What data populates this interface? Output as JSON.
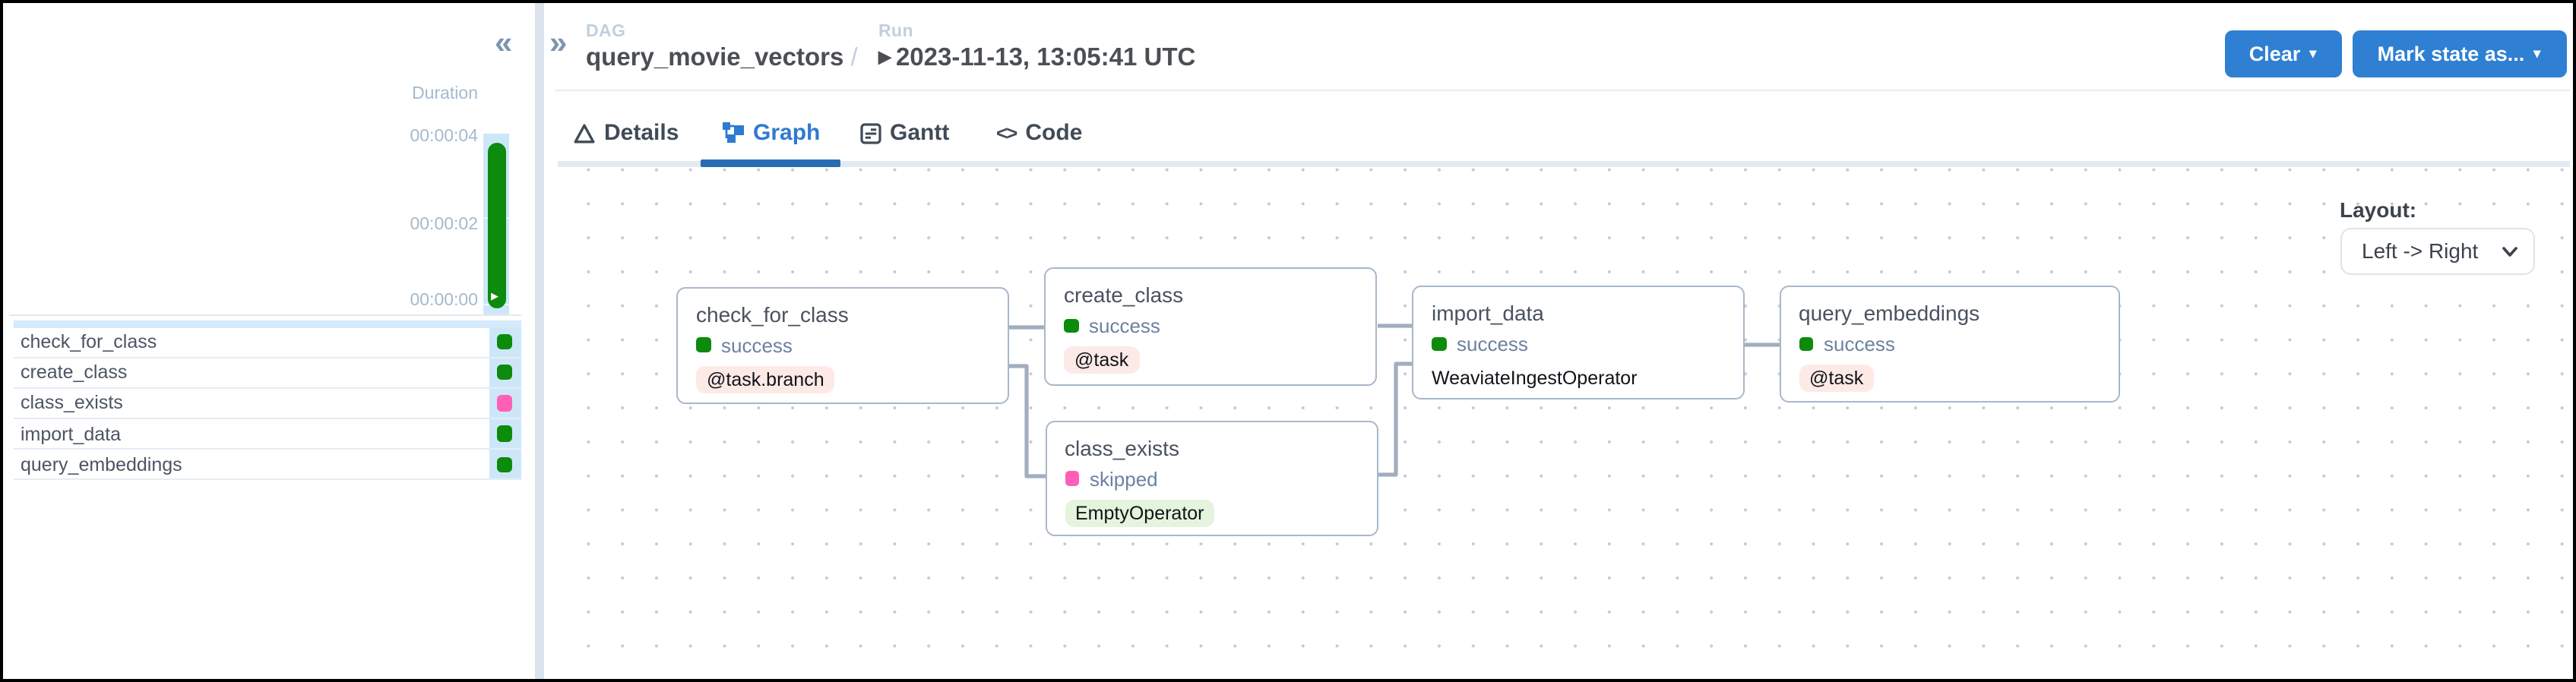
{
  "sidebar": {
    "collapse_icon": "«",
    "duration_label": "Duration",
    "ticks": [
      "00:00:04",
      "00:00:02",
      "00:00:00"
    ],
    "play_icon": "▶",
    "tasks": [
      {
        "name": "check_for_class",
        "status": "success"
      },
      {
        "name": "create_class",
        "status": "success"
      },
      {
        "name": "class_exists",
        "status": "skipped"
      },
      {
        "name": "import_data",
        "status": "success"
      },
      {
        "name": "query_embeddings",
        "status": "success"
      }
    ]
  },
  "header": {
    "expand_icon": "»",
    "dag_label": "DAG",
    "dag_name": "query_movie_vectors",
    "separator": " /",
    "run_label": "Run",
    "run_marker": "▶",
    "run_timestamp": "2023-11-13, 13:05:41 UTC",
    "buttons": {
      "clear": "Clear",
      "mark_state": "Mark state as...",
      "caret": "▾"
    }
  },
  "tabs": [
    {
      "label": "Details"
    },
    {
      "label": "Graph",
      "active": true
    },
    {
      "label": "Gantt"
    },
    {
      "label": "Code",
      "icon_glyph": "<>"
    }
  ],
  "graph": {
    "layout_label": "Layout:",
    "layout_value": "Left -> Right",
    "nodes": [
      {
        "id": "check_for_class",
        "title": "check_for_class",
        "status": "success",
        "operator": "@task.branch",
        "badge": "pink"
      },
      {
        "id": "create_class",
        "title": "create_class",
        "status": "success",
        "operator": "@task",
        "badge": "pink"
      },
      {
        "id": "class_exists",
        "title": "class_exists",
        "status": "skipped",
        "operator": "EmptyOperator",
        "badge": "green"
      },
      {
        "id": "import_data",
        "title": "import_data",
        "status": "success",
        "operator": "WeaviateIngestOperator",
        "badge": "none"
      },
      {
        "id": "query_embeddings",
        "title": "query_embeddings",
        "status": "success",
        "operator": "@task",
        "badge": "pink"
      }
    ],
    "edges": [
      {
        "from": "check_for_class",
        "to": "create_class"
      },
      {
        "from": "check_for_class",
        "to": "class_exists"
      },
      {
        "from": "create_class",
        "to": "import_data"
      },
      {
        "from": "class_exists",
        "to": "import_data"
      },
      {
        "from": "import_data",
        "to": "query_embeddings"
      }
    ]
  },
  "colors": {
    "accent_blue": "#2f7fd2",
    "tab_active_blue": "#2e7ad0",
    "indicator_blue": "#2a6cb2",
    "success_green": "#0c8b0c",
    "skipped_pink": "#ff5fb5",
    "badge_pink_bg": "#fdeae6",
    "badge_green_bg": "#e4f4dd",
    "column_blue": "#cde7f9"
  }
}
